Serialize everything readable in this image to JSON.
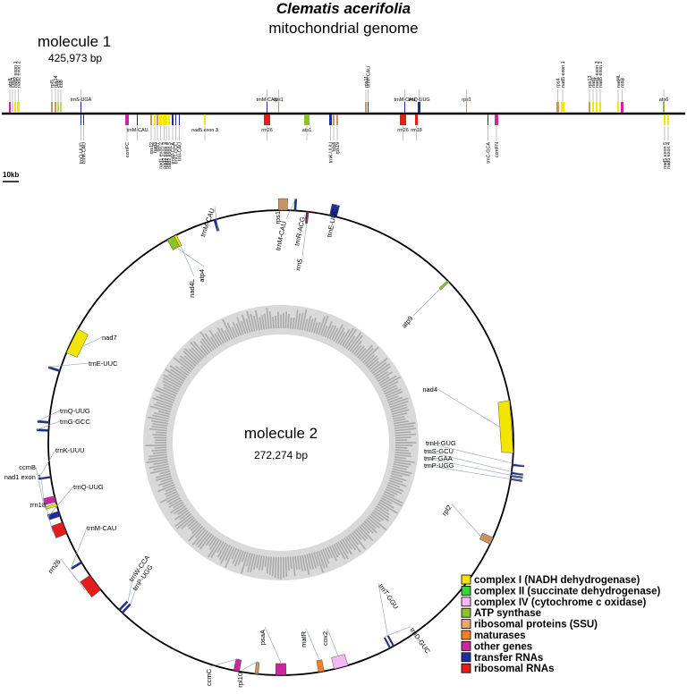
{
  "title": {
    "species": "Clematis acerifolia",
    "subtitle": "mitochondrial genome"
  },
  "molecule1": {
    "name": "molecule 1",
    "size": "425,973 bp",
    "scale_label": "10kb",
    "genes_above": [
      {
        "label": "atp8",
        "cat": "other"
      },
      {
        "label": "cox3",
        "cat": "cox"
      },
      {
        "label": "nad2 exon 1",
        "cat": "complexI"
      },
      {
        "label": "nad2 exon 2",
        "cat": "complexI"
      },
      {
        "label": "rpl5",
        "cat": "ssu"
      },
      {
        "label": "rps14",
        "cat": "ssu"
      },
      {
        "label": "cob",
        "cat": "cob"
      },
      {
        "label": "cob",
        "cat": "cob"
      },
      {
        "label": "trnS-UGA",
        "cat": "trna"
      },
      {
        "label": "trnM-CAU",
        "cat": "trna"
      },
      {
        "label": "rps1",
        "cat": "ssu"
      },
      {
        "label": "rps11",
        "cat": "ssu"
      },
      {
        "label": "trnM-CAU",
        "cat": "trna"
      },
      {
        "label": "trnM-CAU",
        "cat": "trna"
      },
      {
        "label": "trnQ-UUG",
        "cat": "trna"
      },
      {
        "label": "rps1",
        "cat": "ssu"
      },
      {
        "label": "rps4",
        "cat": "ssu"
      },
      {
        "label": "nad5 exon 1",
        "cat": "complexI"
      },
      {
        "label": "rps13",
        "cat": "ssu"
      },
      {
        "label": "nad1",
        "cat": "complexI"
      },
      {
        "label": "nad1 exon 3",
        "cat": "complexI"
      },
      {
        "label": "nad5 exon 2",
        "cat": "complexI"
      },
      {
        "label": "nad4L",
        "cat": "complexI"
      },
      {
        "label": "mttB",
        "cat": "other"
      },
      {
        "label": "atp6",
        "cat": "atp"
      }
    ],
    "genes_below": [
      {
        "label": "trnQ-UUG",
        "cat": "trna"
      },
      {
        "label": "trnM-CAU",
        "cat": "trna"
      },
      {
        "label": "ccmFC",
        "cat": "other"
      },
      {
        "label": "trnM-CAU",
        "cat": "trna"
      },
      {
        "label": "rps12",
        "cat": "ssu"
      },
      {
        "label": "nad3",
        "cat": "complexI"
      },
      {
        "label": "rps7",
        "cat": "ssu"
      },
      {
        "label": "nad1 exon 2",
        "cat": "complexI"
      },
      {
        "label": "nad2 exon 3",
        "cat": "complexI"
      },
      {
        "label": "nad2 exon 4",
        "cat": "complexI"
      },
      {
        "label": "nad2 exon 5",
        "cat": "complexI"
      },
      {
        "label": "trnW-CCA",
        "cat": "trna"
      },
      {
        "label": "trnG-GCC",
        "cat": "trna"
      },
      {
        "label": "trnI-CAU",
        "cat": "trna"
      },
      {
        "label": "nad5 exon 3",
        "cat": "complexI"
      },
      {
        "label": "rrn26",
        "cat": "rrna"
      },
      {
        "label": "atp1",
        "cat": "atp"
      },
      {
        "label": "trnK-UUU",
        "cat": "trna"
      },
      {
        "label": "rps4",
        "cat": "ssu"
      },
      {
        "label": "rps19",
        "cat": "ssu"
      },
      {
        "label": "rrn26",
        "cat": "rrna"
      },
      {
        "label": "rrn18",
        "cat": "rrna"
      },
      {
        "label": "trnC-GCA",
        "cat": "trna"
      },
      {
        "label": "ccmFN",
        "cat": "other"
      },
      {
        "label": "nad5 exon 5",
        "cat": "complexI"
      },
      {
        "label": "nad5 exon 4",
        "cat": "complexI"
      }
    ]
  },
  "molecule2": {
    "name": "molecule 2",
    "size": "272,274 bp",
    "genes": [
      {
        "label": "trnM-CAU",
        "cat": "trna"
      },
      {
        "label": "rps1",
        "cat": "ssu"
      },
      {
        "label": "trnM-CAU",
        "cat": "trna"
      },
      {
        "label": "trnR-ACG",
        "cat": "trna"
      },
      {
        "label": "trnE-UUC",
        "cat": "trna"
      },
      {
        "label": "rrn5",
        "cat": "rrna"
      },
      {
        "label": "atp4",
        "cat": "atp"
      },
      {
        "label": "nad4L",
        "cat": "complexI"
      },
      {
        "label": "atp9",
        "cat": "atp"
      },
      {
        "label": "nad7",
        "cat": "complexI"
      },
      {
        "label": "trnE-UUC",
        "cat": "trna"
      },
      {
        "label": "nad4",
        "cat": "complexI"
      },
      {
        "label": "trnQ-UUG",
        "cat": "trna"
      },
      {
        "label": "trnG-GCC",
        "cat": "trna"
      },
      {
        "label": "trnH-GUG",
        "cat": "trna"
      },
      {
        "label": "trnS-GCU",
        "cat": "trna"
      },
      {
        "label": "trnF-GAA",
        "cat": "trna"
      },
      {
        "label": "trnP-UGG",
        "cat": "trna"
      },
      {
        "label": "trnK-UUU",
        "cat": "trna"
      },
      {
        "label": "ccmB",
        "cat": "other"
      },
      {
        "label": "nad1 exon 1",
        "cat": "complexI"
      },
      {
        "label": "trnQ-UUG",
        "cat": "trna"
      },
      {
        "label": "rrn18",
        "cat": "rrna"
      },
      {
        "label": "rpl2",
        "cat": "ssu"
      },
      {
        "label": "trnM-CAU",
        "cat": "trna"
      },
      {
        "label": "rrn26",
        "cat": "rrna"
      },
      {
        "label": "trnW-CCA",
        "cat": "trna"
      },
      {
        "label": "trnP-UGG",
        "cat": "trna"
      },
      {
        "label": "trnT-GGU",
        "cat": "trna"
      },
      {
        "label": "trnD-GUC",
        "cat": "trna"
      },
      {
        "label": "psaA",
        "cat": "other"
      },
      {
        "label": "matR",
        "cat": "mat"
      },
      {
        "label": "cox2",
        "cat": "cox"
      },
      {
        "label": "ccmC",
        "cat": "other"
      },
      {
        "label": "rpl10",
        "cat": "ssu"
      }
    ]
  },
  "legend": [
    {
      "key": "complexI",
      "label": "complex I (NADH dehydrogenase)",
      "color": "#f2e500"
    },
    {
      "key": "complexII",
      "label": "complex II (succinate dehydrogenase)",
      "color": "#3bd13b"
    },
    {
      "key": "cox",
      "label": "complex IV (cytochrome c oxidase)",
      "color": "#f4b8f4"
    },
    {
      "key": "atp",
      "label": "ATP synthase",
      "color": "#8fbf2a"
    },
    {
      "key": "ssu",
      "label": "ribosomal proteins (SSU)",
      "color": "#e9a86c"
    },
    {
      "key": "mat",
      "label": "maturases",
      "color": "#f57f22"
    },
    {
      "key": "other",
      "label": "other genes",
      "color": "#c9289e"
    },
    {
      "key": "trna",
      "label": "transfer RNAs",
      "color": "#1f2f9a"
    },
    {
      "key": "rrna",
      "label": "ribosomal RNAs",
      "color": "#e51c1c"
    }
  ],
  "colors": {
    "complexI": "#f2e500",
    "complexII": "#3bd13b",
    "cox": "#f4b8f4",
    "cob": "#bfd86a",
    "atp": "#8fbf2a",
    "ssu": "#c89360",
    "mat": "#f57f22",
    "other": "#c9289e",
    "trna": "#1f2f9a",
    "rrna": "#e51c1c"
  }
}
